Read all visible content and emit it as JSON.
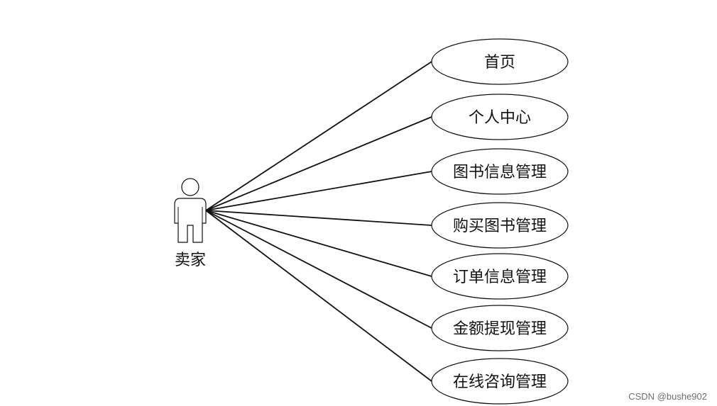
{
  "actor": {
    "label": "卖家",
    "icon": "stick-figure-actor"
  },
  "use_cases": [
    {
      "label": "首页"
    },
    {
      "label": "个人中心"
    },
    {
      "label": "图书信息管理"
    },
    {
      "label": "购买图书管理"
    },
    {
      "label": "订单信息管理"
    },
    {
      "label": "金额提现管理"
    },
    {
      "label": "在线咨询管理"
    }
  ],
  "watermark": {
    "text": "CSDN @bushe902"
  }
}
